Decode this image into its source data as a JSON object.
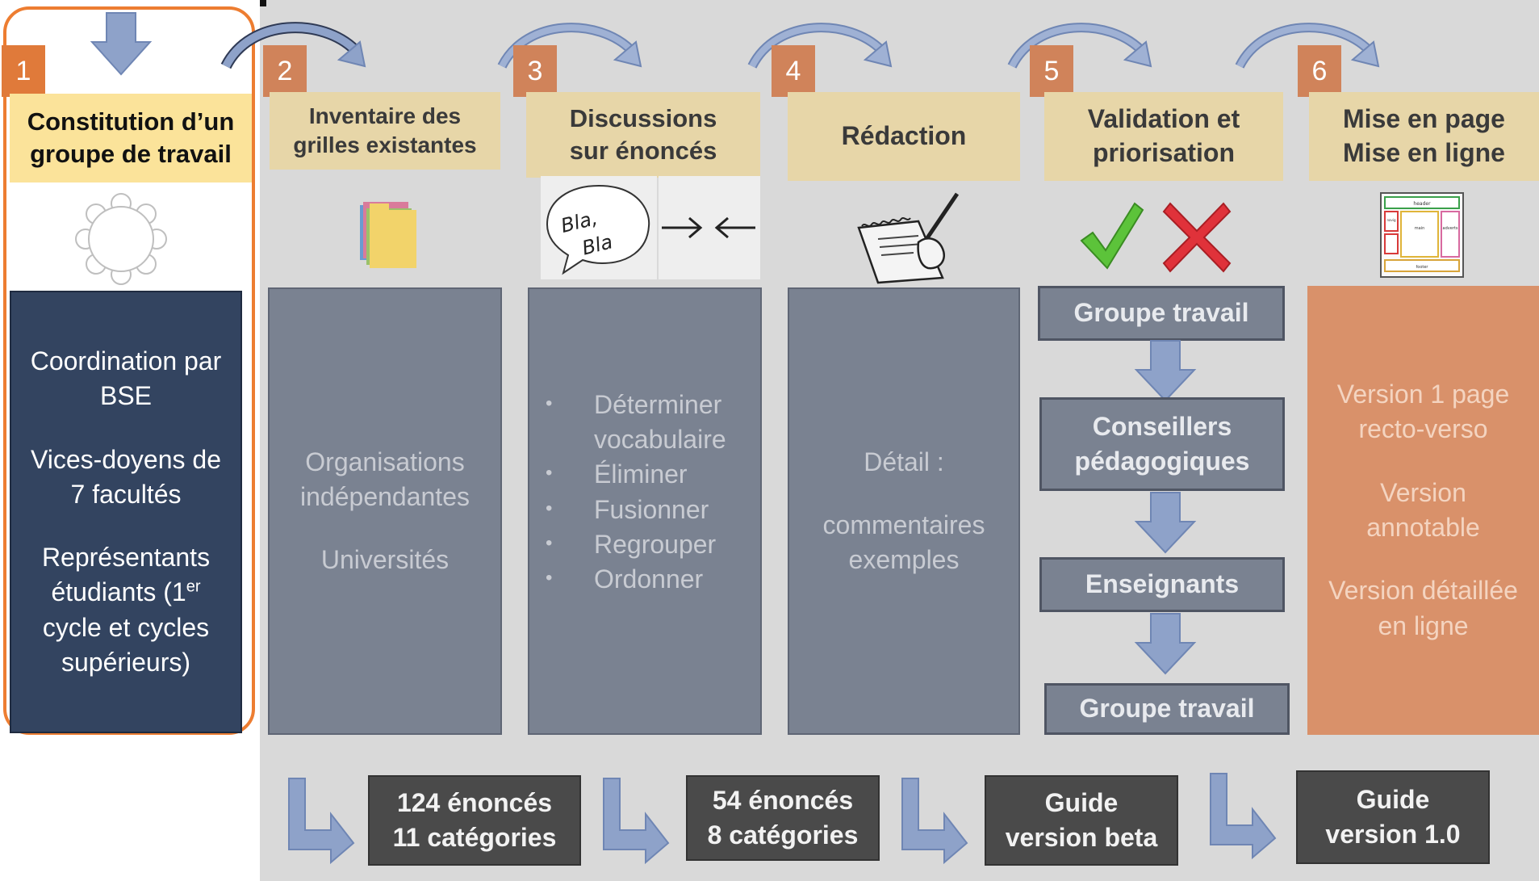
{
  "steps": [
    {
      "number": "1",
      "title_line1": "Constitution d’un",
      "title_line2": "groupe de travail",
      "panel": {
        "line1": "Coordination par",
        "line2": "BSE",
        "line3": "Vices-doyens de",
        "line4": "7 facultés",
        "line5": "Représentants",
        "line6a": "étudiants (1",
        "line6sup": "er",
        "line7": "cycle et cycles",
        "line8": "supérieurs)"
      }
    },
    {
      "number": "2",
      "title_line1": "Inventaire des",
      "title_line2": "grilles existantes",
      "panel": {
        "line1": "Organisations",
        "line2": "indépendantes",
        "line3": "Universités"
      }
    },
    {
      "number": "3",
      "title_line1": "Discussions",
      "title_line2": "sur énoncés",
      "speech": {
        "line1": "Bla,",
        "line2": "Bla"
      },
      "panel": {
        "bullets": [
          "Déterminer",
          "vocabulaire",
          "Éliminer",
          "Fusionner",
          "Regrouper",
          "Ordonner"
        ]
      }
    },
    {
      "number": "4",
      "title_line1": "Rédaction",
      "panel": {
        "line1": "Détail :",
        "line2": "commentaires",
        "line3": "exemples"
      }
    },
    {
      "number": "5",
      "title_line1": "Validation et",
      "title_line2": "priorisation",
      "flow": [
        "Groupe travail",
        "Conseillers",
        "pédagogiques",
        "Enseignants",
        "Groupe travail"
      ]
    },
    {
      "number": "6",
      "title_line1": "Mise en page",
      "title_line2": "Mise en ligne",
      "mockup": {
        "header": "header",
        "left": "navig",
        "main": "main",
        "right": "adverts",
        "footer": "footer"
      },
      "panel": {
        "line1": "Version 1 page",
        "line2": "recto-verso",
        "line3": "Version",
        "line4": "annotable",
        "line5": "Version détaillée",
        "line6": "en ligne"
      }
    }
  ],
  "outputs": [
    {
      "line1": "124 énoncés",
      "line2": "11 catégories"
    },
    {
      "line1": "54 énoncés",
      "line2": "8 catégories"
    },
    {
      "line1": "Guide",
      "line2": "version beta"
    },
    {
      "line1": "Guide",
      "line2": "version 1.0"
    }
  ],
  "colors": {
    "accent_orange": "#ed7d31",
    "title_yellow": "#f2d68a",
    "panel_dark": "#334460",
    "panel_grey": "#7a8291",
    "output_dark": "#4a4a4a",
    "arrow_blue": "#8ea2c9"
  }
}
